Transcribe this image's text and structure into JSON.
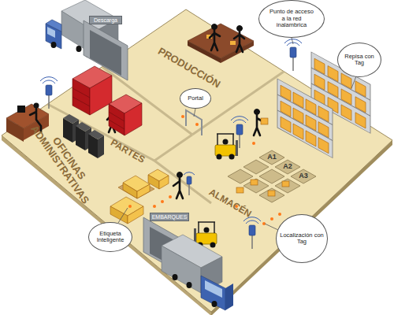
{
  "diagram": {
    "nodes": [
      {
        "text": [
          "Punto de acceso a la red inalambrica"
        ]
      },
      {
        "text": [
          "Descarga"
        ]
      },
      {
        "text": [
          "Repisa con Tag"
        ]
      },
      {
        "text": [
          "Portal"
        ]
      },
      {
        "text": [
          "EMBARQUES"
        ]
      },
      {
        "text": [
          "Etiqueta Inteligente"
        ]
      },
      {
        "text": [
          "Localización con Tag"
        ]
      }
    ],
    "labels": [
      "PRODUCCIÓN",
      "PARTES",
      "OFICINAS ADMINISTRATIVAS",
      "A1",
      "A2",
      "A3",
      "ALMACÉN"
    ]
  }
}
